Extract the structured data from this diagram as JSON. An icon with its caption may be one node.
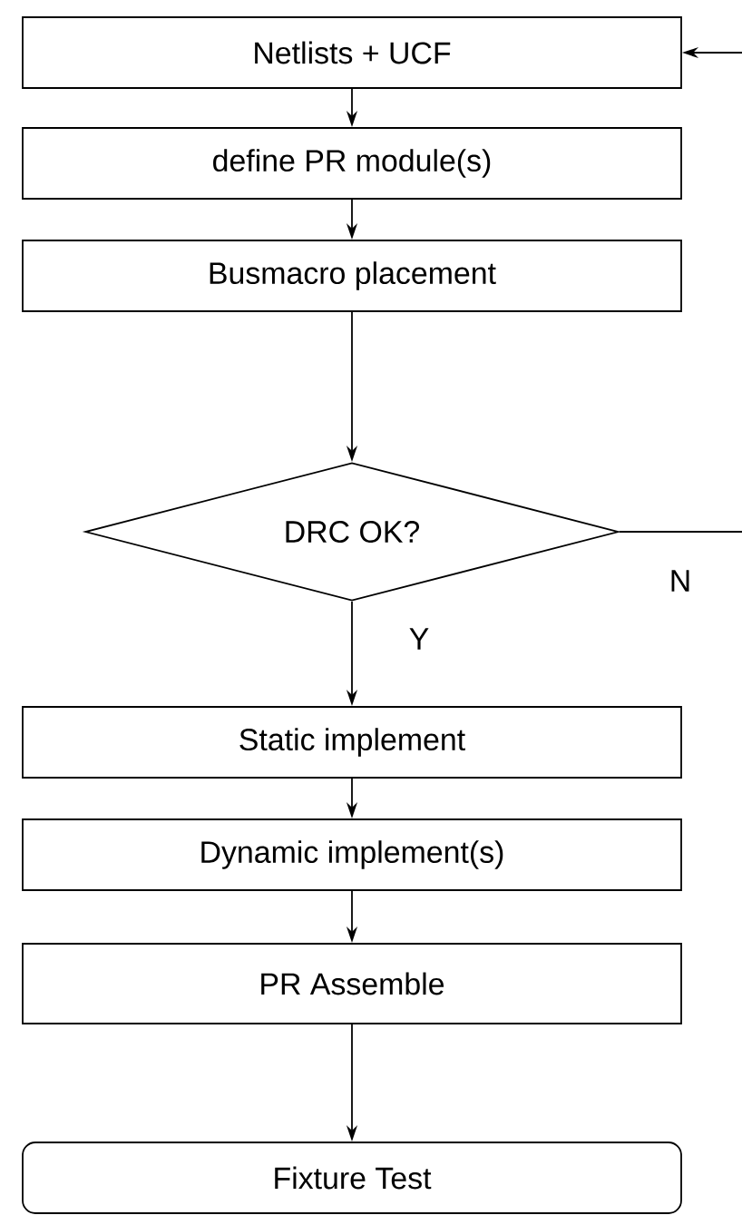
{
  "diagram": {
    "nodes": [
      {
        "text": [
          "Netlists + UCF"
        ]
      },
      {
        "text": [
          "define PR module(s)"
        ]
      },
      {
        "text": [
          "Busmacro placement"
        ]
      },
      {
        "text": [
          "DRC  OK?"
        ]
      },
      {
        "text": [
          "Static implement"
        ]
      },
      {
        "text": [
          "Dynamic implement(s)"
        ]
      },
      {
        "text": [
          "PR Assemble"
        ]
      },
      {
        "text": [
          "Fixture Test"
        ]
      }
    ],
    "edges": [
      {
        "from": null,
        "to": 0,
        "arrow": "to"
      },
      {
        "from": 0,
        "to": 1,
        "arrow": "to"
      },
      {
        "from": 1,
        "to": 2,
        "arrow": "to"
      },
      {
        "from": 2,
        "to": 3,
        "arrow": "to"
      },
      {
        "from": 3,
        "to": null,
        "arrow": "none",
        "label": "N"
      },
      {
        "from": 3,
        "to": 4,
        "arrow": "to",
        "label": "Y"
      },
      {
        "from": 4,
        "to": 5,
        "arrow": "to"
      },
      {
        "from": 5,
        "to": 6,
        "arrow": "to"
      },
      {
        "from": 6,
        "to": 7,
        "arrow": "to"
      }
    ]
  }
}
